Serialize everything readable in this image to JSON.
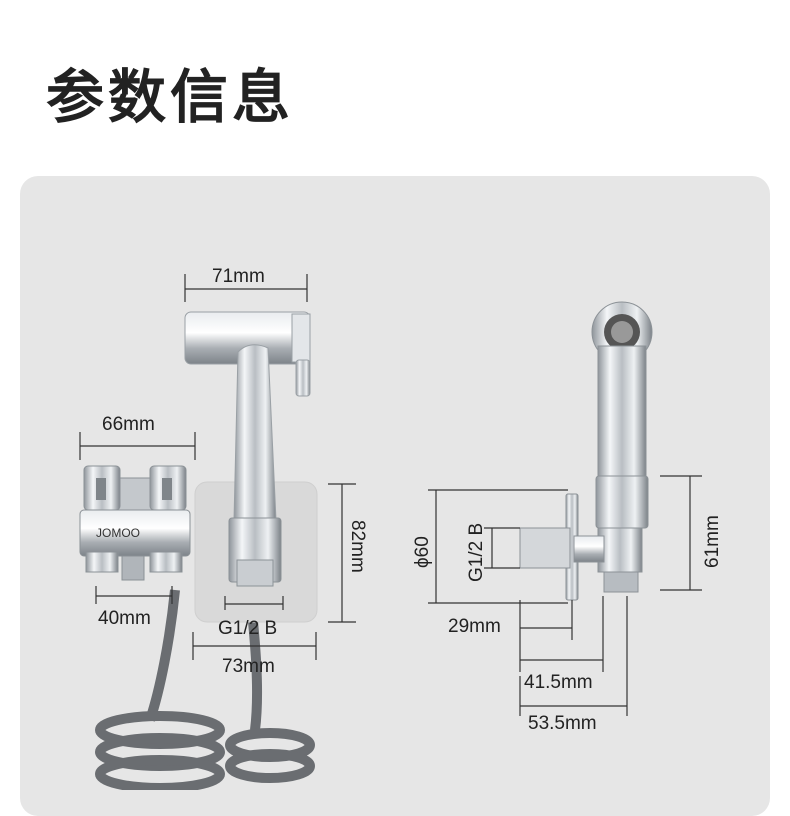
{
  "title": "参数信息",
  "brand": "JOMOO",
  "dimensions": {
    "handle_width": "71mm",
    "valve_width": "66mm",
    "valve_depth": "40mm",
    "holder_thread": "G1/2 B",
    "holder_height": "82mm",
    "holder_width": "73mm",
    "side_diameter": "ϕ60",
    "side_thread": "G1/2 B",
    "side_height": "61mm",
    "depth_29": "29mm",
    "depth_41_5": "41.5mm",
    "depth_53_5": "53.5mm"
  },
  "colors": {
    "panel": "#e6e6e6",
    "title": "#222222",
    "chrome": "#c8ccd0",
    "hose": "#6e7175"
  }
}
